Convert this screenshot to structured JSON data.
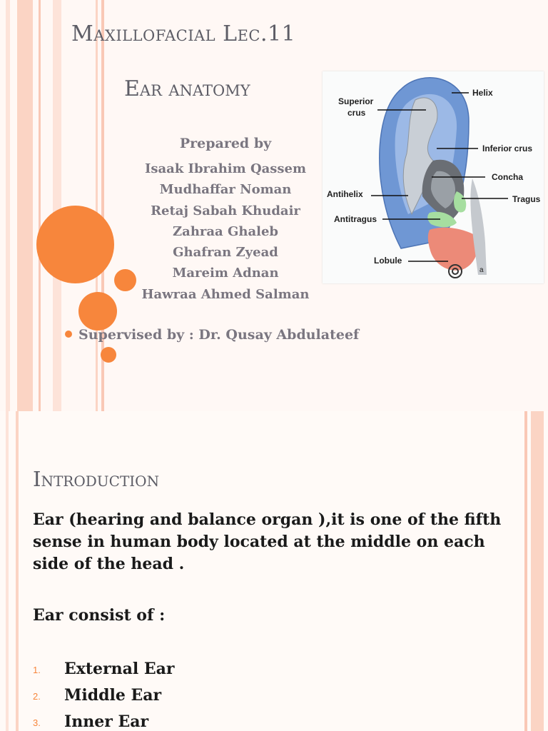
{
  "slide1": {
    "title": "Maxillofacial Lec.11",
    "subtitle": "Ear anatomy",
    "prepared_by": "Prepared by",
    "authors": [
      "Isaak Ibrahim Qassem",
      "Mudhaffar Noman",
      "Retaj Sabah Khudair",
      "Zahraa Ghaleb",
      "Ghafran Zyead",
      "Mareim Adnan",
      "Hawraa Ahmed Salman"
    ],
    "supervised_by": "Supervised by : Dr. Qusay Abdulateef",
    "ear_labels": {
      "helix": "Helix",
      "superior_crus_1": "Superior",
      "superior_crus_2": "crus",
      "inferior_crus": "Inferior crus",
      "concha": "Concha",
      "antihelix": "Antihelix",
      "tragus": "Tragus",
      "antitragus": "Antitragus",
      "lobule": "Lobule",
      "figure_letter": "a"
    }
  },
  "slide2": {
    "title": "Introduction",
    "body": "Ear (hearing and balance organ ),it is one of the fifth sense in human body located at the middle on each side of the head .",
    "consist": "Ear consist of :",
    "list": [
      {
        "num": "1.",
        "text": "External Ear"
      },
      {
        "num": "2.",
        "text": "Middle Ear"
      },
      {
        "num": "3.",
        "text": "Inner Ear"
      }
    ]
  },
  "colors": {
    "accent": "#f7863c",
    "stripe_light": "#fde3d9",
    "stripe_mid": "#f9c8b6",
    "title_gray": "#5d5d66",
    "helix_blue": "#6f97d4",
    "lobule_red": "#ec8a78",
    "green": "#a6dea0"
  }
}
